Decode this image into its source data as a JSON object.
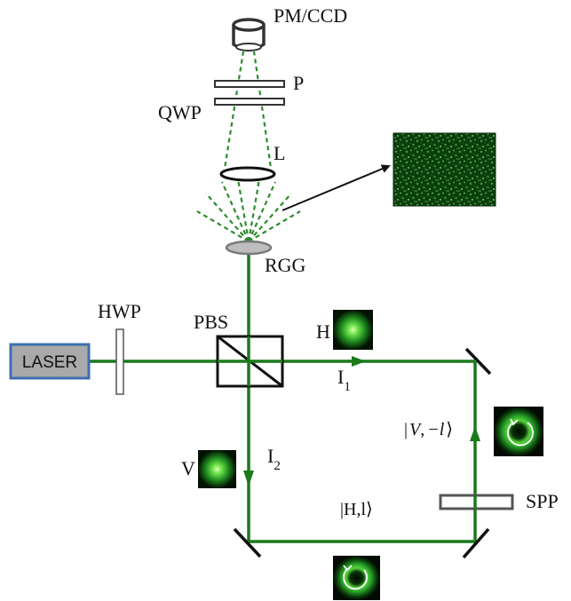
{
  "labels": {
    "detector": "PM/CCD",
    "polarizer": "P",
    "qwp": "QWP",
    "lens": "L",
    "rgg": "RGG",
    "hwp": "HWP",
    "pbs": "PBS",
    "laser": "LASER",
    "beam_h": "H",
    "beam_v": "V",
    "i1_main": "I",
    "i1_sub": "1",
    "i2_main": "I",
    "i2_sub": "2",
    "spp": "SPP"
  },
  "kets": {
    "v_state_bar": "|",
    "v_state_v": "V",
    "v_state_comma": ",",
    "v_state_l": "−l",
    "v_state_close": "⟩",
    "h_state": "|H,l⟩"
  },
  "colors": {
    "beam": "#1a7a1a",
    "beam_dashed": "#2e8b2e",
    "laser_fill": "#a9a9a9",
    "laser_border": "#3e6fb0",
    "optic_stroke": "#222222",
    "rgg_fill": "#bdbdbd",
    "speckle_bg": "#0c3d0c"
  }
}
